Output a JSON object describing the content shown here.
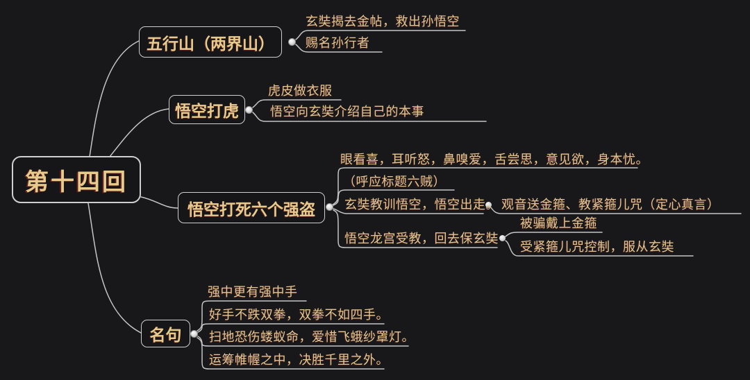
{
  "colors": {
    "background": "#18181a",
    "gold_text": "#e2c88e",
    "line_gray": "#c5c5c5",
    "box_border": "#cfcfcf"
  },
  "root": {
    "label": "第十四回"
  },
  "branches": [
    {
      "label": "五行山（两界山）",
      "children": [
        {
          "text": "玄奘揭去金帖，救出孙悟空"
        },
        {
          "text": "赐名孙行者"
        }
      ]
    },
    {
      "label": "悟空打虎",
      "children": [
        {
          "text": "虎皮做衣服"
        },
        {
          "text": "悟空向玄奘介绍自己的本事"
        }
      ]
    },
    {
      "label": "悟空打死六个强盗",
      "children": [
        {
          "text": "眼看喜，耳听怒，鼻嗅爱，舌尝思，意见欲，身本忧。"
        },
        {
          "text": "（呼应标题六贼）"
        },
        {
          "text": "玄奘教训悟空，悟空出走。",
          "children": [
            {
              "text": "观音送金箍、教紧箍儿咒（定心真言）"
            }
          ]
        },
        {
          "text": "悟空龙宫受教，回去保玄奘",
          "children": [
            {
              "text": "被骗戴上金箍"
            },
            {
              "text": "受紧箍儿咒控制，服从玄奘"
            }
          ]
        }
      ]
    },
    {
      "label": "名句",
      "children": [
        {
          "text": "强中更有强中手"
        },
        {
          "text": "好手不跌双拳，双拳不如四手。"
        },
        {
          "text": "扫地恐伤蝼蚁命，爱惜飞蛾纱罩灯。"
        },
        {
          "text": "运筹帷幄之中，决胜千里之外。"
        }
      ]
    }
  ]
}
